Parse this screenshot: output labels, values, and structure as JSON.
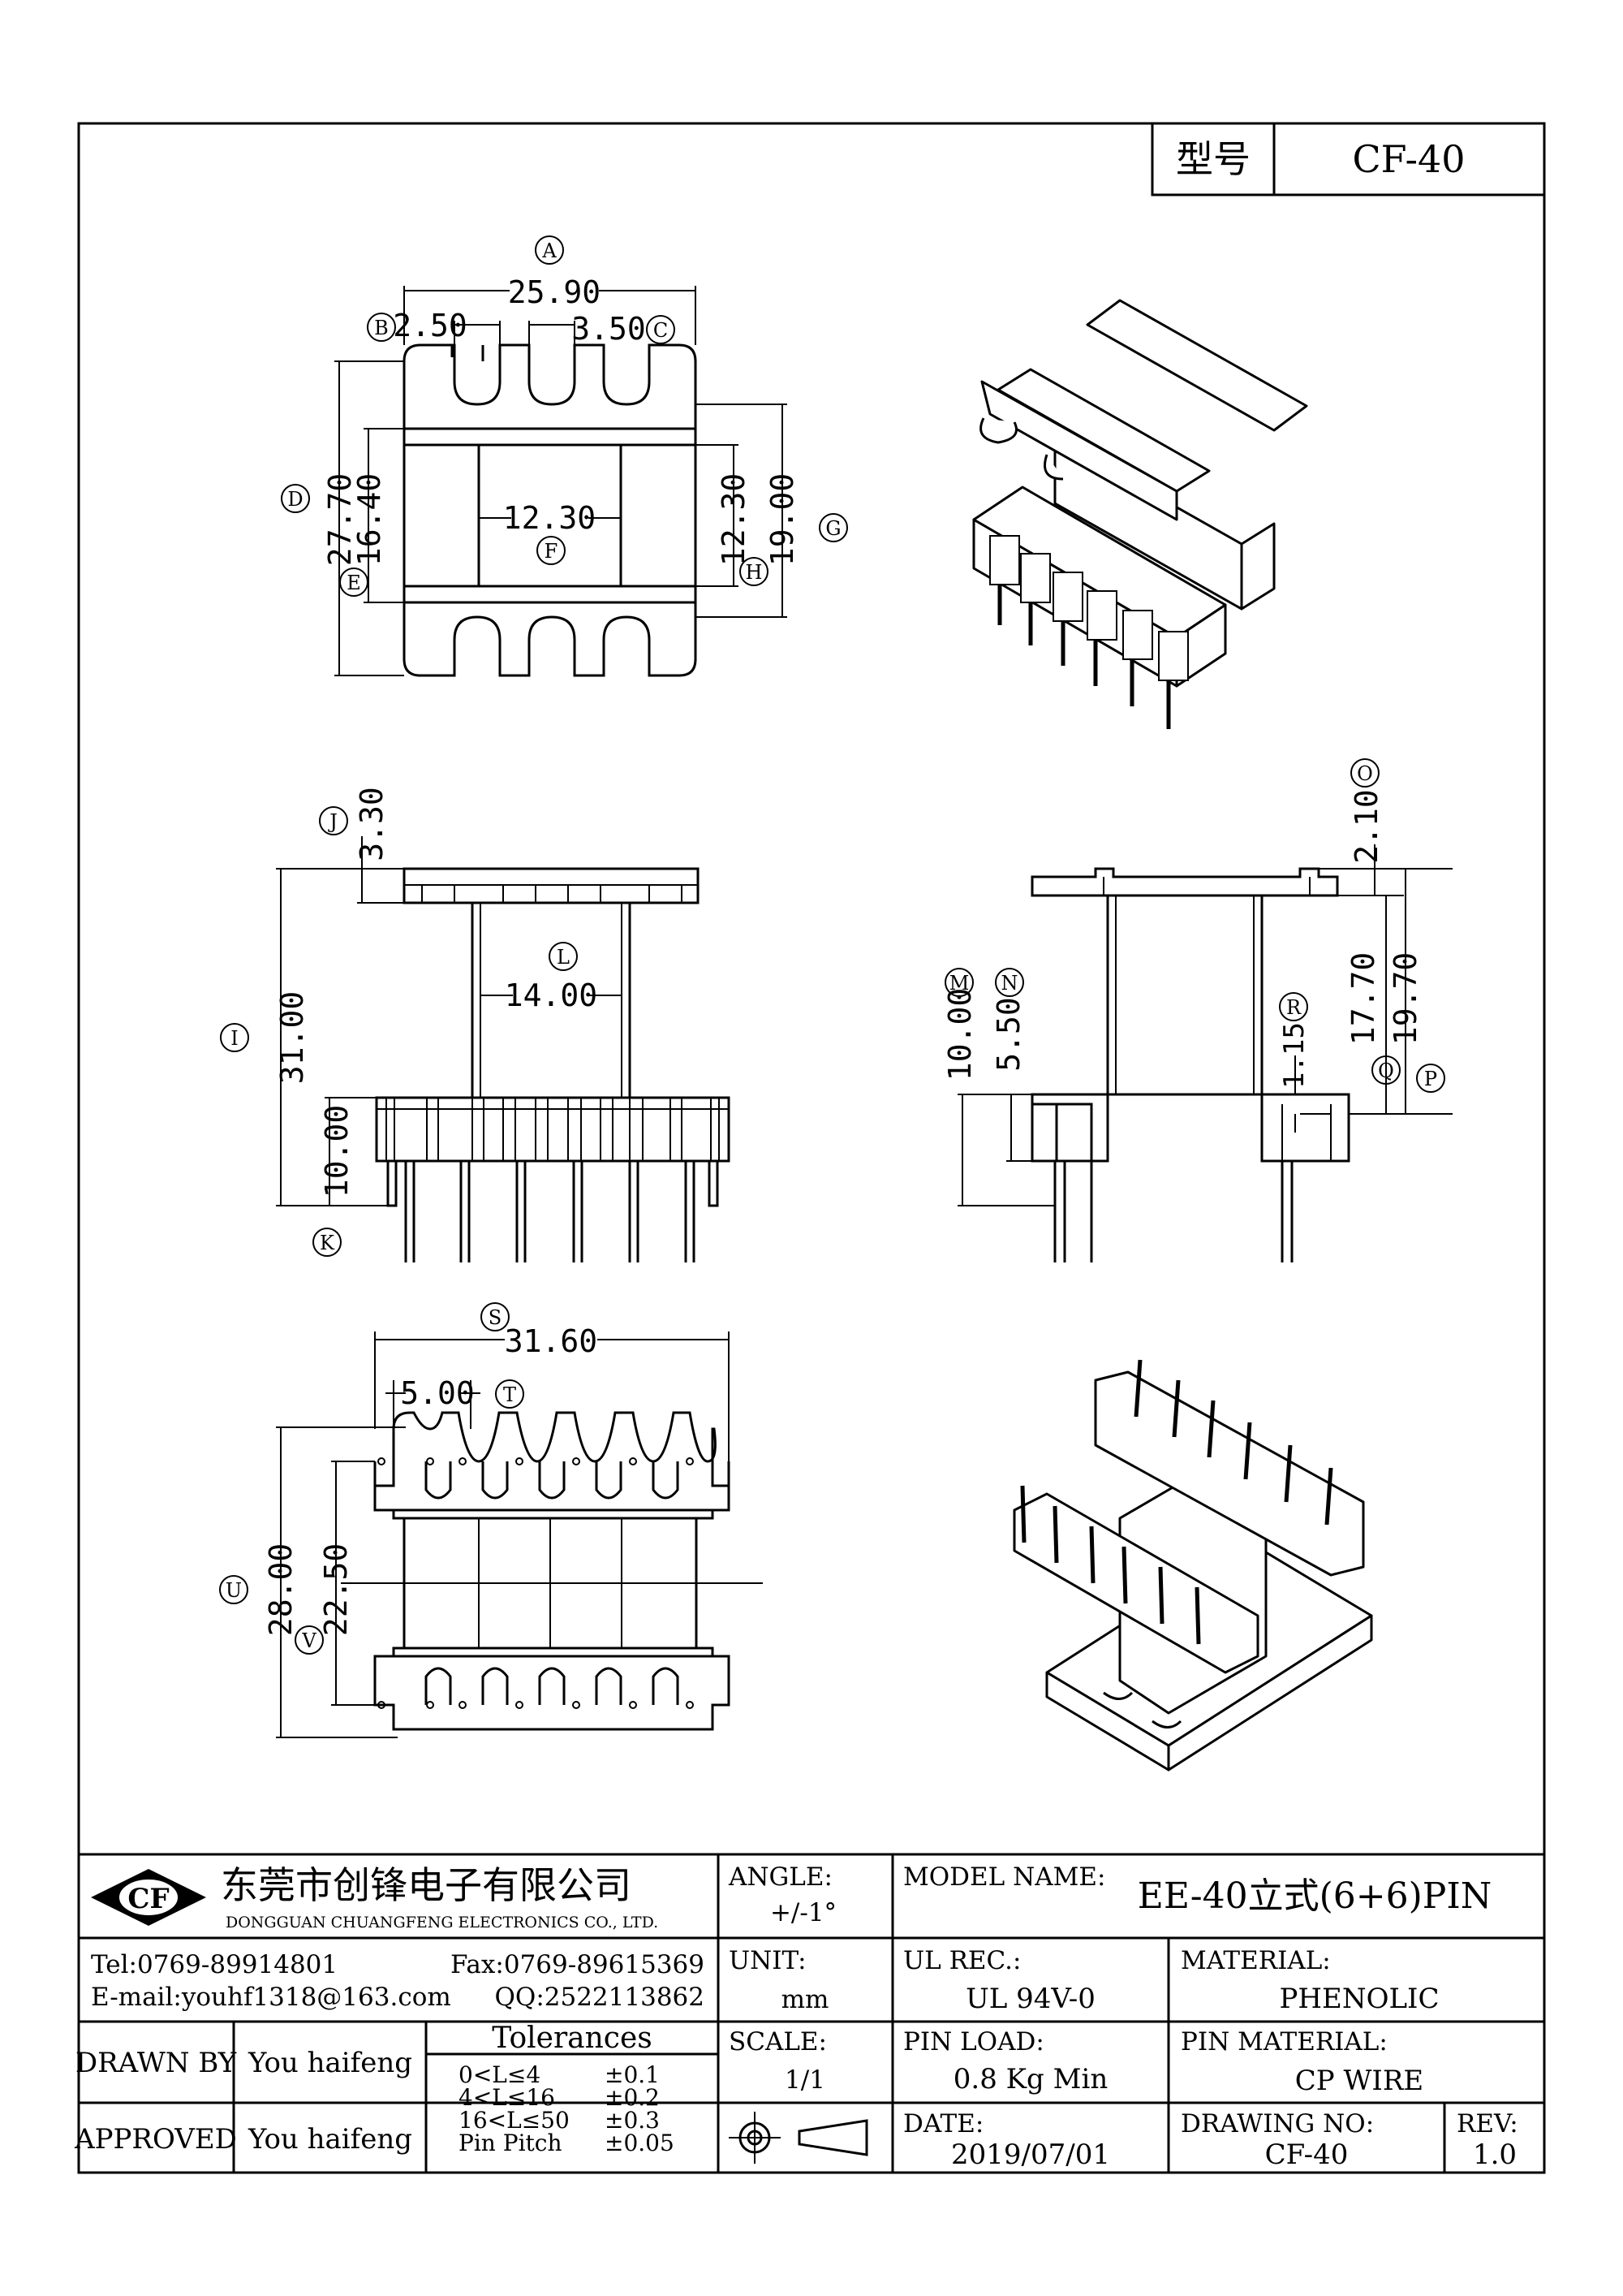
{
  "title_box": {
    "label": "型号",
    "value": "CF-40"
  },
  "callouts": {
    "A": "A",
    "B": "B",
    "C": "C",
    "D": "D",
    "E": "E",
    "F": "F",
    "G": "G",
    "H": "H",
    "I": "I",
    "J": "J",
    "K": "K",
    "L": "L",
    "M": "M",
    "N": "N",
    "O": "O",
    "P": "P",
    "Q": "Q",
    "R": "R",
    "S": "S",
    "T": "T",
    "U": "U",
    "V": "V"
  },
  "dims": {
    "A": "25.90",
    "B": "2.50",
    "C": "3.50",
    "D": "27.70",
    "E": "16.40",
    "F": "12.30",
    "H": "12.30",
    "G": "19.00",
    "J": "3.30",
    "I": "31.00",
    "K": "10.00",
    "L": "14.00",
    "M": "10.00",
    "N": "5.50",
    "O": "2.10",
    "Q": "17.70",
    "P": "19.70",
    "R": "1.15",
    "S": "31.60",
    "T": "5.00",
    "U": "28.00",
    "V": "22.50"
  },
  "company": {
    "logo": "CF",
    "name_cn": "东莞市创锋电子有限公司",
    "name_en": "DONGGUAN CHUANGFENG ELECTRONICS CO., LTD.",
    "tel": "Tel:0769-89914801",
    "fax": "Fax:0769-89615369",
    "email": "E-mail:youhf1318@163.com",
    "qq": "QQ:2522113862"
  },
  "title_block": {
    "angle_label": "ANGLE:",
    "angle_value": "+/-1°",
    "unit_label": "UNIT:",
    "unit_value": "mm",
    "scale_label": "SCALE:",
    "scale_value": "1/1",
    "model_label": "MODEL NAME:",
    "model_value": "EE-40立式(6+6)PIN",
    "ul_label": "UL REC.:",
    "ul_value": "UL 94V-0",
    "material_label": "MATERIAL:",
    "material_value": "PHENOLIC",
    "pinload_label": "PIN LOAD:",
    "pinload_value": "0.8 Kg Min",
    "pinmat_label": "PIN MATERIAL:",
    "pinmat_value": "CP WIRE",
    "date_label": "DATE:",
    "date_value": "2019/07/01",
    "drawingno_label": "DRAWING NO:",
    "drawingno_value": "CF-40",
    "rev_label": "REV:",
    "rev_value": "1.0",
    "drawn_label": "DRAWN BY",
    "drawn_value": "You haifeng",
    "approved_label": "APPROVED",
    "approved_value": "You haifeng",
    "tol_title": "Tolerances",
    "tol_rows": [
      {
        "range": "0<L≤4",
        "tol": "±0.1"
      },
      {
        "range": "4<L≤16",
        "tol": "±0.2"
      },
      {
        "range": "16<L≤50",
        "tol": "±0.3"
      },
      {
        "range": "Pin Pitch",
        "tol": "±0.05"
      }
    ]
  }
}
